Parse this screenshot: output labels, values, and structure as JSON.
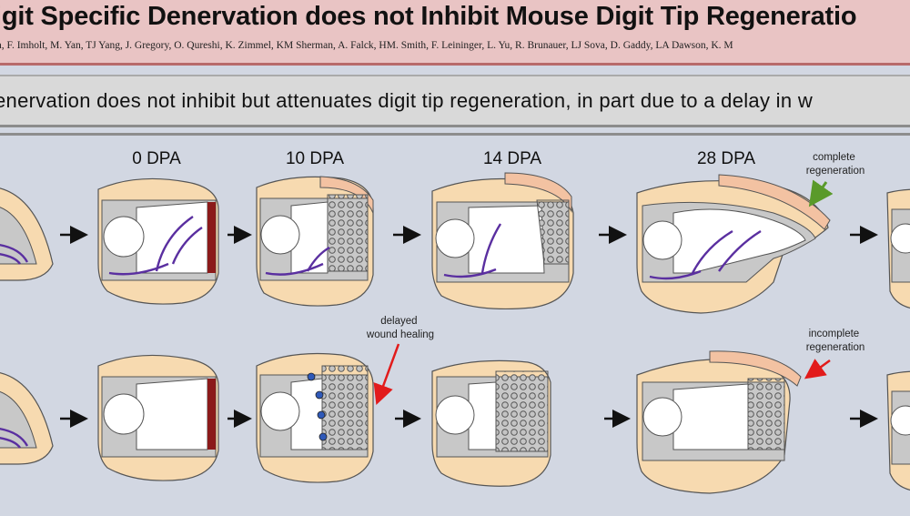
{
  "header": {
    "title": "igit Specific Denervation does not Inhibit Mouse Digit Tip Regeneratio",
    "authors": "n, F. Imholt, M. Yan, TJ Yang, J. Gregory, O. Qureshi, K. Zimmel, KM Sherman, A. Falck, HM. Smith, F. Leininger, L. Yu, R. Brunauer, LJ Sova, D. Gaddy, LA Dawson, K. M"
  },
  "summary": {
    "text": "enervation does not inhibit but attenuates digit tip regeneration, in part due to a delay in w"
  },
  "timepoints": [
    "0 DPA",
    "10 DPA",
    "14 DPA",
    "28 DPA"
  ],
  "annotations": {
    "complete": "complete\nregeneration",
    "delayed": "delayed\nwound healing",
    "incomplete": "incomplete\nregeneration"
  },
  "colors": {
    "skin": "#f7dab0",
    "epidermis": "#f3c2a2",
    "bone": "#ffffff",
    "marrow": "#c8c8c8",
    "nerve": "#5a2fa0",
    "wound": "#8b1a1a",
    "arrow_green": "#5a9a2a",
    "arrow_red": "#e21b1b",
    "blue_cell": "#2f59b8"
  }
}
